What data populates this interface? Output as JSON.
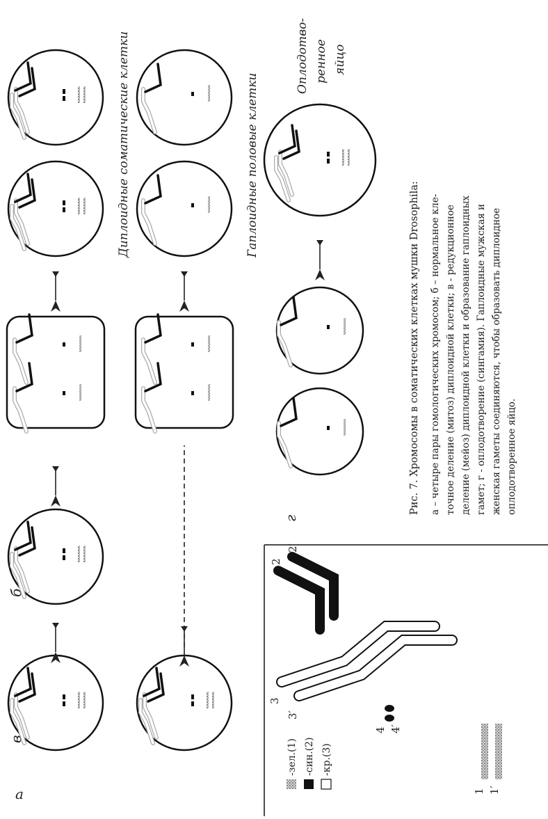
{
  "rows": {
    "b": {
      "label": "б",
      "caption": "Диплоидные соматические клетки"
    },
    "v": {
      "label": "в",
      "caption": "Гаплоидные половые клетки"
    },
    "g": {
      "label": "г",
      "caption_line1": "Оплодотво-",
      "caption_line2": "ренное",
      "caption_line3": "яйцо"
    },
    "a": {
      "label": "а"
    }
  },
  "chromosome_numbers": {
    "c3": "3",
    "c3p": "3′",
    "c2": "2",
    "c2p": "2′",
    "c4": "4",
    "c4p": "4′",
    "c1": "1",
    "c1p": "1′"
  },
  "legend": [
    {
      "text": "-зел.(1)",
      "color": "#8a8a8a",
      "pattern": "stipple"
    },
    {
      "text": "-син.(2)",
      "color": "#111111",
      "pattern": "solid"
    },
    {
      "text": "-кр.(3)",
      "color": "#ffffff",
      "pattern": "outline"
    }
  ],
  "figure_caption": {
    "title": "Рис. 7. Хромосомы в соматических клетках мушки Drosophila:",
    "lines": [
      "а – четыре пары гомологических хромосом; б – нормальное кле-",
      "точное деление (митоз) диплоидной клетки; в - редукционное",
      "деление (мейоз) диплоидной клетки и образование гаплоидных",
      "гамет; г - оплодотворение (сингамия). Гаплоидные мужская и",
      "женская гаметы соединяются, чтобы образовать диплоидное",
      "оплодотворенное яйцо."
    ]
  }
}
